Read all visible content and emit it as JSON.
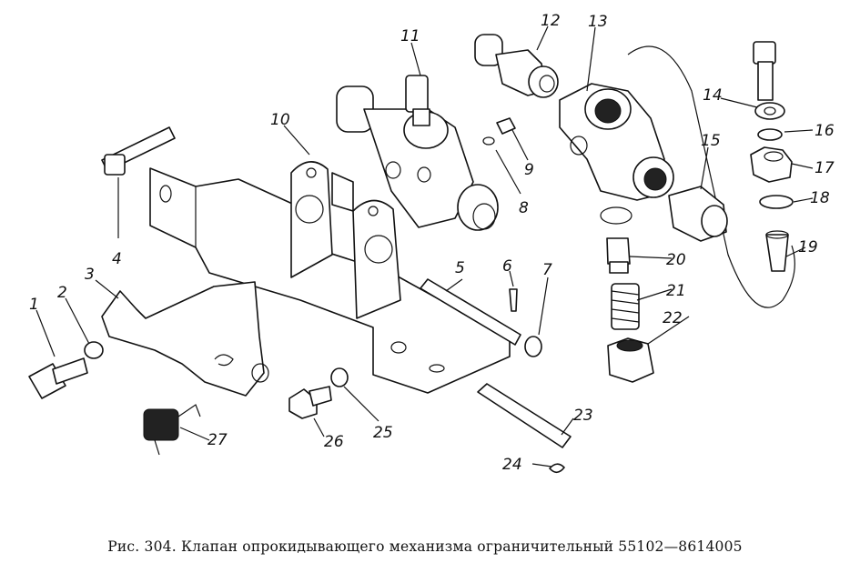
{
  "figure": {
    "caption": "Рис. 304. Клапан опрокидывающего механизма ограничительный 55102—8614005",
    "callouts": [
      "1",
      "2",
      "3",
      "4",
      "5",
      "6",
      "7",
      "8",
      "9",
      "10",
      "11",
      "12",
      "13",
      "14",
      "15",
      "16",
      "17",
      "18",
      "19",
      "20",
      "21",
      "22",
      "23",
      "24",
      "25",
      "26",
      "27"
    ]
  }
}
